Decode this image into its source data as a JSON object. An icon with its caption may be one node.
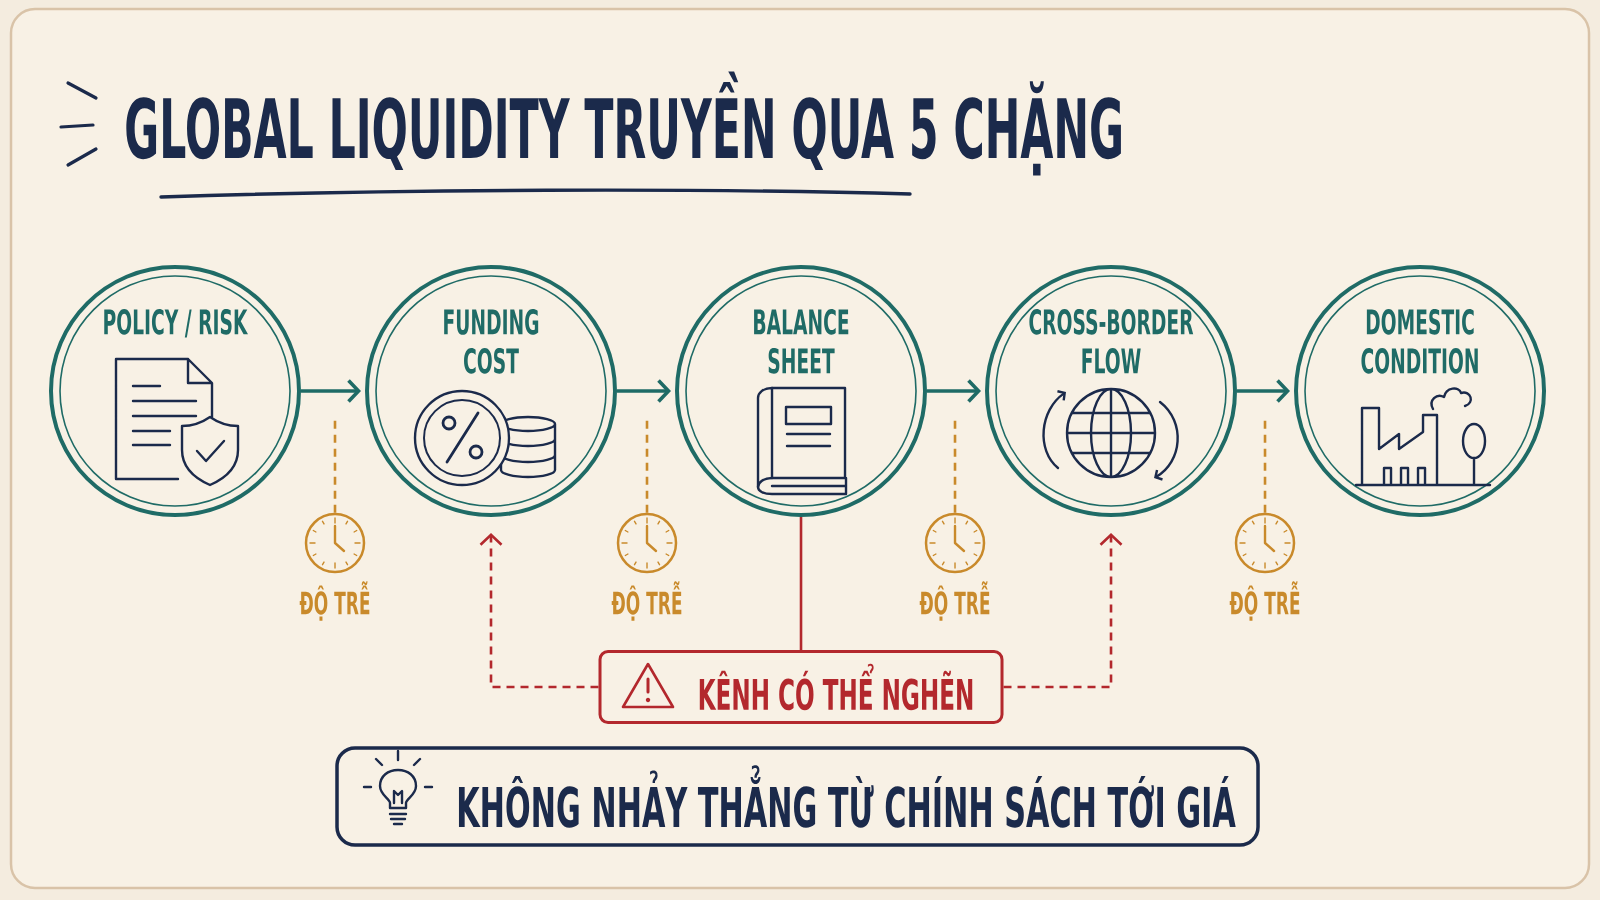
{
  "diagram": {
    "title": "GLOBAL LIQUIDITY TRUYỀN QUA 5 CHẶNG",
    "nodes": [
      {
        "text": [
          "POLICY / RISK"
        ]
      },
      {
        "text": [
          "FUNDING COST"
        ]
      },
      {
        "text": [
          "BALANCE SHEET"
        ]
      },
      {
        "text": [
          "CROSS-BORDER FLOW"
        ]
      },
      {
        "text": [
          "DOMESTIC CONDITION"
        ]
      },
      {
        "text": [],
        "shape": "picture",
        "beside": [
          "ĐỘ TRỄ"
        ]
      },
      {
        "text": [],
        "shape": "picture",
        "beside": [
          "ĐỘ TRỄ"
        ]
      },
      {
        "text": [],
        "shape": "picture",
        "beside": [
          "ĐỘ TRỄ"
        ]
      },
      {
        "text": [],
        "shape": "picture",
        "beside": [
          "ĐỘ TRỄ"
        ]
      },
      {
        "text": [
          "KÊNH CÓ THỂ NGHẼN"
        ]
      },
      {
        "text": [
          "KHÔNG NHẢY THẲNG TỪ CHÍNH SÁCH TỚI GIÁ"
        ]
      }
    ],
    "edges": [
      {
        "from": 0,
        "to": 1,
        "arrow": "to"
      },
      {
        "from": 1,
        "to": 2,
        "arrow": "to"
      },
      {
        "from": 2,
        "to": 3,
        "arrow": "to"
      },
      {
        "from": 3,
        "to": 4,
        "arrow": "to"
      },
      {
        "from": 5,
        "to": null,
        "arrow": "none",
        "style": "dashed",
        "color": "#c98a2b"
      },
      {
        "from": 6,
        "to": null,
        "arrow": "none",
        "style": "dashed",
        "color": "#c98a2b"
      },
      {
        "from": 7,
        "to": null,
        "arrow": "none",
        "style": "dashed",
        "color": "#c98a2b"
      },
      {
        "from": 8,
        "to": null,
        "arrow": "none",
        "style": "dashed",
        "color": "#c98a2b"
      },
      {
        "from": 9,
        "to": 1,
        "arrow": "to",
        "style": "dashed",
        "color": "#b3282d"
      },
      {
        "from": 9,
        "to": 2,
        "arrow": "none",
        "color": "#b3282d"
      },
      {
        "from": 9,
        "to": 3,
        "arrow": "to",
        "style": "dashed",
        "color": "#b3282d"
      }
    ]
  }
}
